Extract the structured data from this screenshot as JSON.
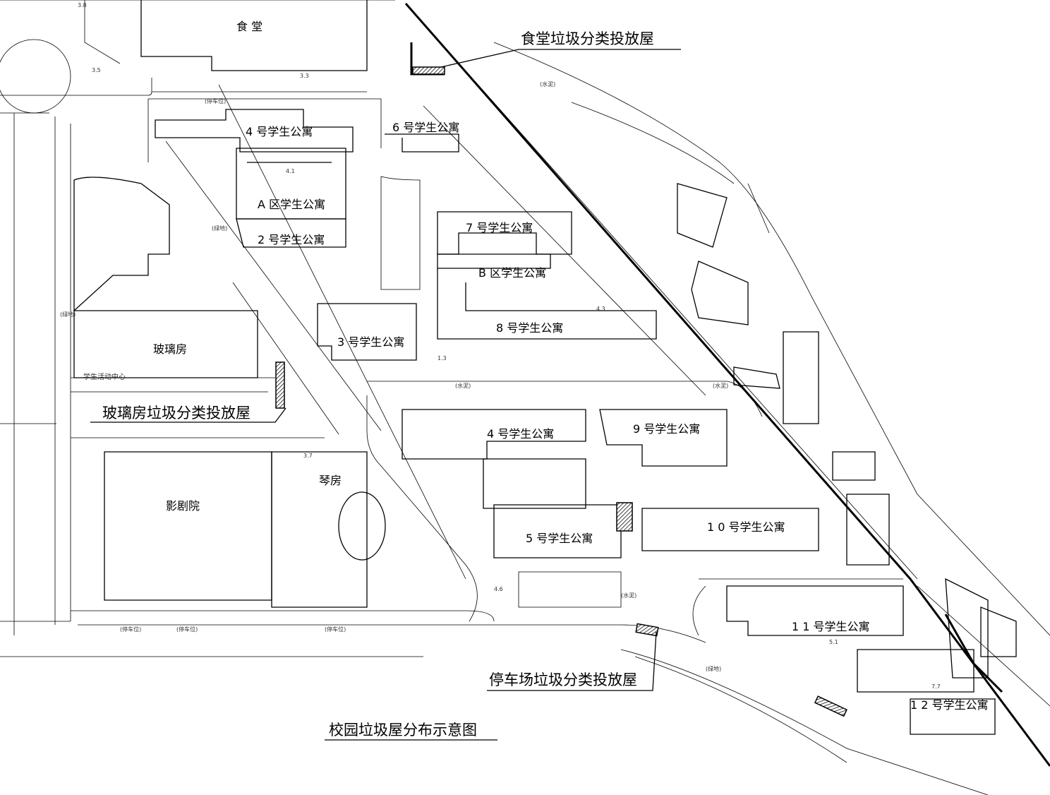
{
  "title": "校园垃圾屋分布示意图",
  "callouts": {
    "canteen": "食堂垃圾分类投放屋",
    "glasshouse": "玻璃房垃圾分类投放屋",
    "parking": "停车场垃圾分类投放屋"
  },
  "buildings": {
    "canteen": "食 堂",
    "dorm4_top": "4 号学生公寓",
    "dorm6": "6 号学生公寓",
    "dormA": "A 区学生公寓",
    "dorm2": "2 号学生公寓",
    "dorm7": "7 号学生公寓",
    "dormB": "B 区学生公寓",
    "dorm8": "8 号学生公寓",
    "dorm3": "3 号学生公寓",
    "glasshouse": "玻璃房",
    "activity_center": "学生活动中心",
    "dorm4_mid": "4 号学生公寓",
    "dorm9": "9 号学生公寓",
    "theater": "影剧院",
    "piano": "琴房",
    "dorm10": "1 0 号学生公寓",
    "dorm5": "5 号学生公寓",
    "dorm11": "1 1 号学生公寓",
    "dorm12": "1 2 号学生公寓"
  },
  "annotations": {
    "parking": "(停车位)",
    "greenland": "(绿地)",
    "cement": "(水泥)",
    "elevations": [
      "3.8",
      "3.5",
      "4.1",
      "4.3",
      "1.3",
      "3.7",
      "4.6",
      "5.1",
      "7.7",
      "3.3"
    ]
  }
}
